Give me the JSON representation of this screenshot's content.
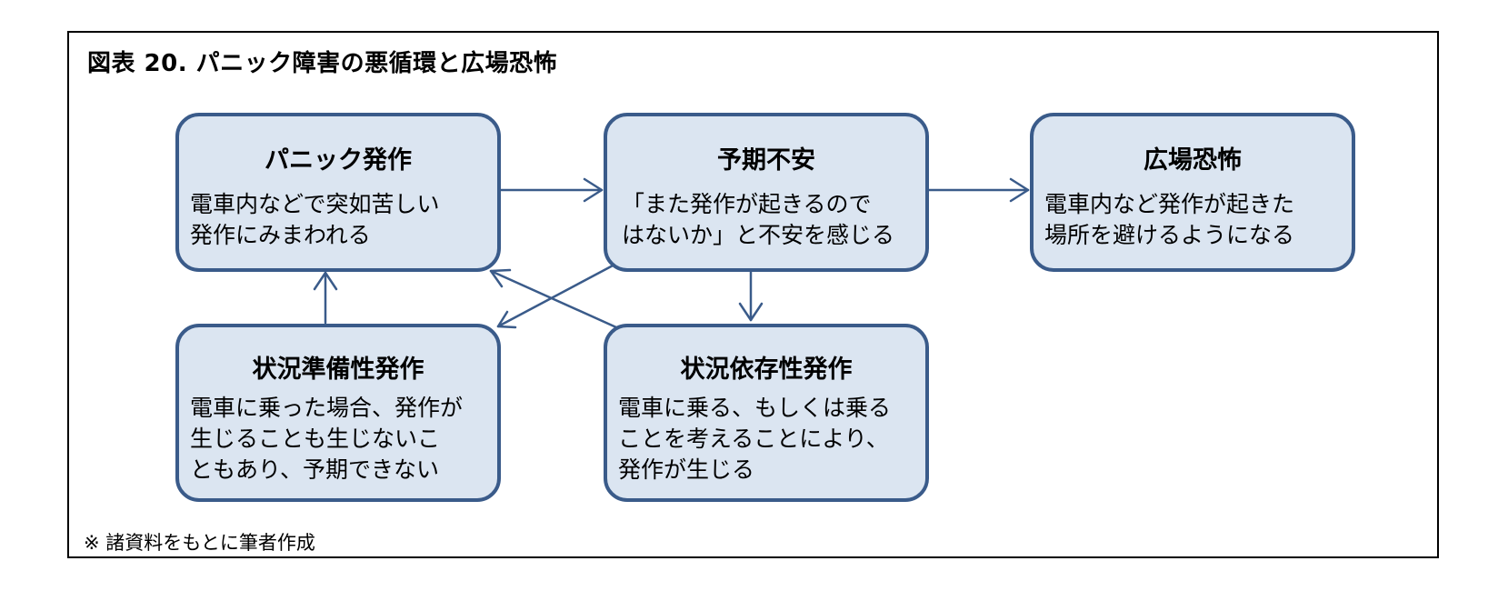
{
  "title": "図表 20.  パニック障害の悪循環と広場恐怖",
  "footnote": "※ 諸資料をもとに筆者作成",
  "colors": {
    "box_fill": "#dbe5f1",
    "box_border": "#3a5b8a",
    "arrow": "#3a5b8a"
  },
  "boxes": {
    "panic_attack": {
      "title": "パニック発作",
      "lines": [
        "電車内などで突如苦しい",
        "発作にみまわれる"
      ]
    },
    "anticipatory_anxiety": {
      "title": "予期不安",
      "lines": [
        "「また発作が起きるので",
        "はないか」と不安を感じる"
      ]
    },
    "agoraphobia": {
      "title": "広場恐怖",
      "lines": [
        "電車内など発作が起きた",
        "場所を避けるようになる"
      ]
    },
    "situationally_predisposed": {
      "title": "状況準備性発作",
      "lines": [
        "電車に乗った場合、発作が",
        "生じることも生じないこ",
        "ともあり、予期できない"
      ]
    },
    "situationally_bound": {
      "title": "状況依存性発作",
      "lines": [
        "電車に乗る、もしくは乗る",
        "ことを考えることにより、",
        "発作が生じる"
      ]
    }
  }
}
